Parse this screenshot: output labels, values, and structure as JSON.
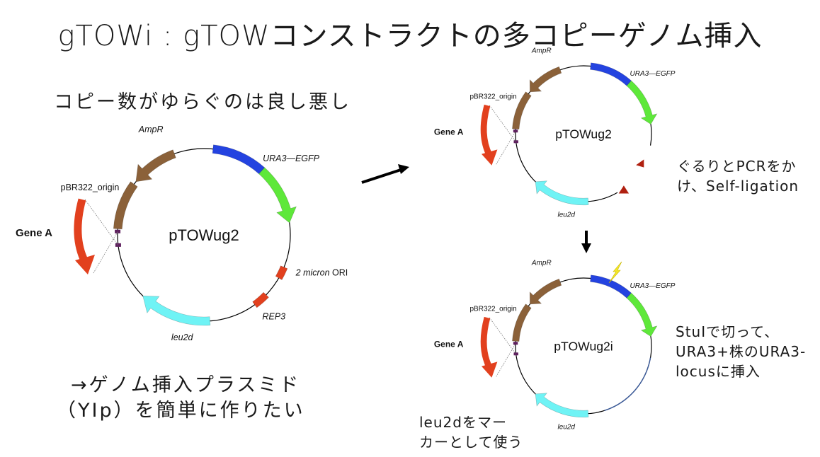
{
  "slide": {
    "title": "gTOWi : gTOWコンストラクトの多コピーゲノム挿入",
    "subtitle": "コピー数がゆらぐのは良し悪し",
    "bottom_note_line1": "→ゲノム挿入プラスミド",
    "bottom_note_line2": "（YIp）を簡単に作りたい",
    "pcr_note_line1": "ぐるりとPCRをか",
    "pcr_note_line2": "け、Self-ligation",
    "stui_note_line1": "StuIで切って、",
    "stui_note_line2": "URA3+株のURA3-",
    "stui_note_line3": "locusに挿入",
    "marker_note_line1": "leu2dをマー",
    "marker_note_line2": "カーとして使う"
  },
  "colors": {
    "ampr": "#8B6139",
    "ura3": "#2443E0",
    "egfp": "#5EE83A",
    "leu2d": "#6FF3F5",
    "genea": "#E2401E",
    "red_feature": "#E2401E",
    "primer": "#B02010",
    "site": "#5E1F5E",
    "lightning": "#F4E82A"
  },
  "plasmids": [
    {
      "name": "pTOWug2",
      "features": {
        "ampr": "AmpR",
        "origin": "pBR322_origin",
        "ura3egfp": "URA3—EGFP",
        "two_micron_italic": "2 micron",
        "two_micron_rest": " ORI",
        "rep3": "REP3",
        "leu2d": "leu2d",
        "genea": "Gene A"
      }
    },
    {
      "name": "pTOWug2",
      "features": {
        "ampr": "AmpR",
        "origin": "pBR322_origin",
        "ura3egfp": "URA3—EGFP",
        "leu2d": "leu2d",
        "genea": "Gene A"
      }
    },
    {
      "name": "pTOWug2i",
      "features": {
        "ampr": "AmpR",
        "origin": "pBR322_origin",
        "ura3egfp": "URA3—EGFP",
        "leu2d": "leu2d",
        "genea": "Gene A"
      }
    }
  ]
}
